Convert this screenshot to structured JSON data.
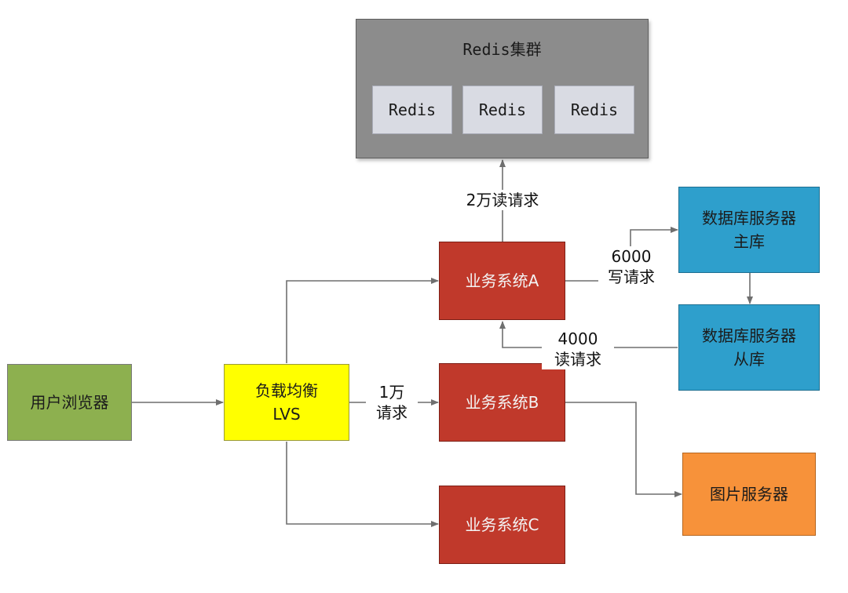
{
  "cluster": {
    "title": "Redis集群",
    "nodes": [
      "Redis",
      "Redis",
      "Redis"
    ]
  },
  "nodes": {
    "browser": "用户浏览器",
    "lb": "负载均衡\nLVS",
    "sys_a": "业务系统A",
    "sys_b": "业务系统B",
    "sys_c": "业务系统C",
    "db_master": "数据库服务器\n主库",
    "db_slave": "数据库服务器\n从库",
    "image_server": "图片服务器"
  },
  "edges": {
    "redis_read": "2万读请求",
    "write": "6000\n写请求",
    "read": "4000\n读请求",
    "requests": "1万\n请求"
  },
  "colors": {
    "browser": "#8db04f",
    "lb": "#ffff00",
    "system": "#c0392b",
    "database": "#2e9fcc",
    "image_server": "#f7923a",
    "cluster": "#8c8c8c",
    "redis_node": "#d9dbe3",
    "arrow": "#6f6f6f"
  }
}
